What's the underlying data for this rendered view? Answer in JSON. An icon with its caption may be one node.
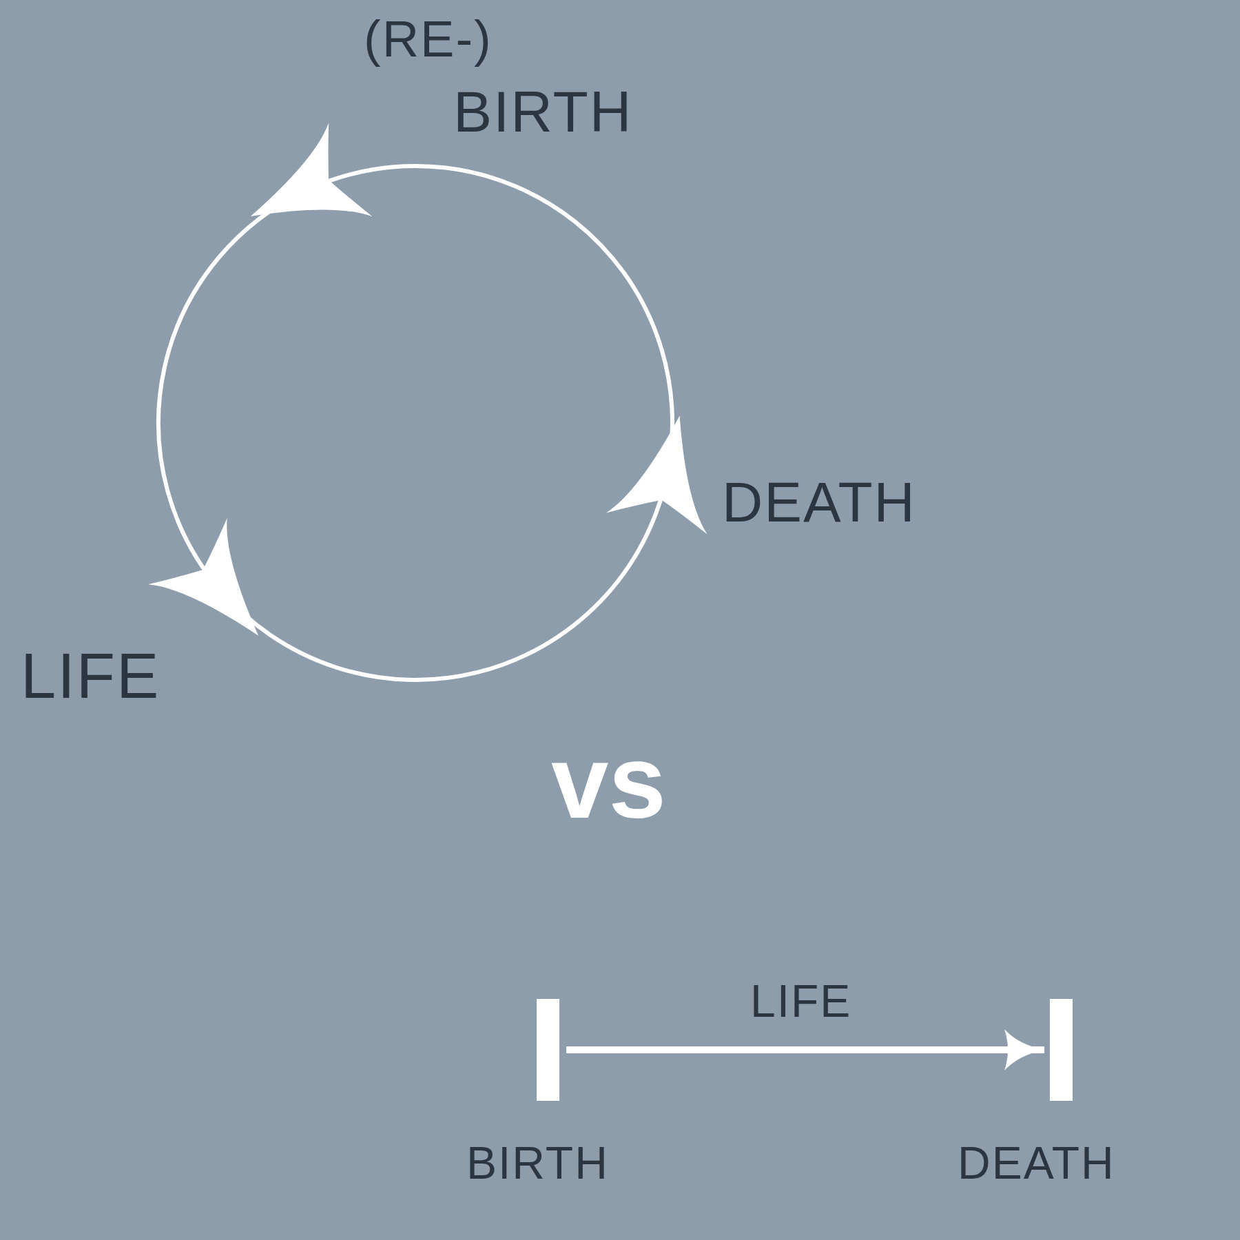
{
  "diagram": {
    "nodes": [
      {
        "text": [
          "(RE-)",
          "BIRTH"
        ]
      },
      {
        "text": [
          "LIFE"
        ]
      },
      {
        "text": [
          "DEATH"
        ]
      },
      {
        "text": [],
        "shape": "bar",
        "beside": [
          "BIRTH"
        ]
      },
      {
        "text": [],
        "shape": "bar",
        "beside": [
          "DEATH"
        ]
      }
    ],
    "edges": [
      {
        "from": 0,
        "to": 1,
        "arrow": "to"
      },
      {
        "from": 1,
        "to": 2,
        "arrow": "to"
      },
      {
        "from": 2,
        "to": 0,
        "arrow": "to"
      },
      {
        "from": 3,
        "to": 4,
        "arrow": "to",
        "label": "LIFE"
      }
    ],
    "labels": [
      "vs"
    ]
  }
}
